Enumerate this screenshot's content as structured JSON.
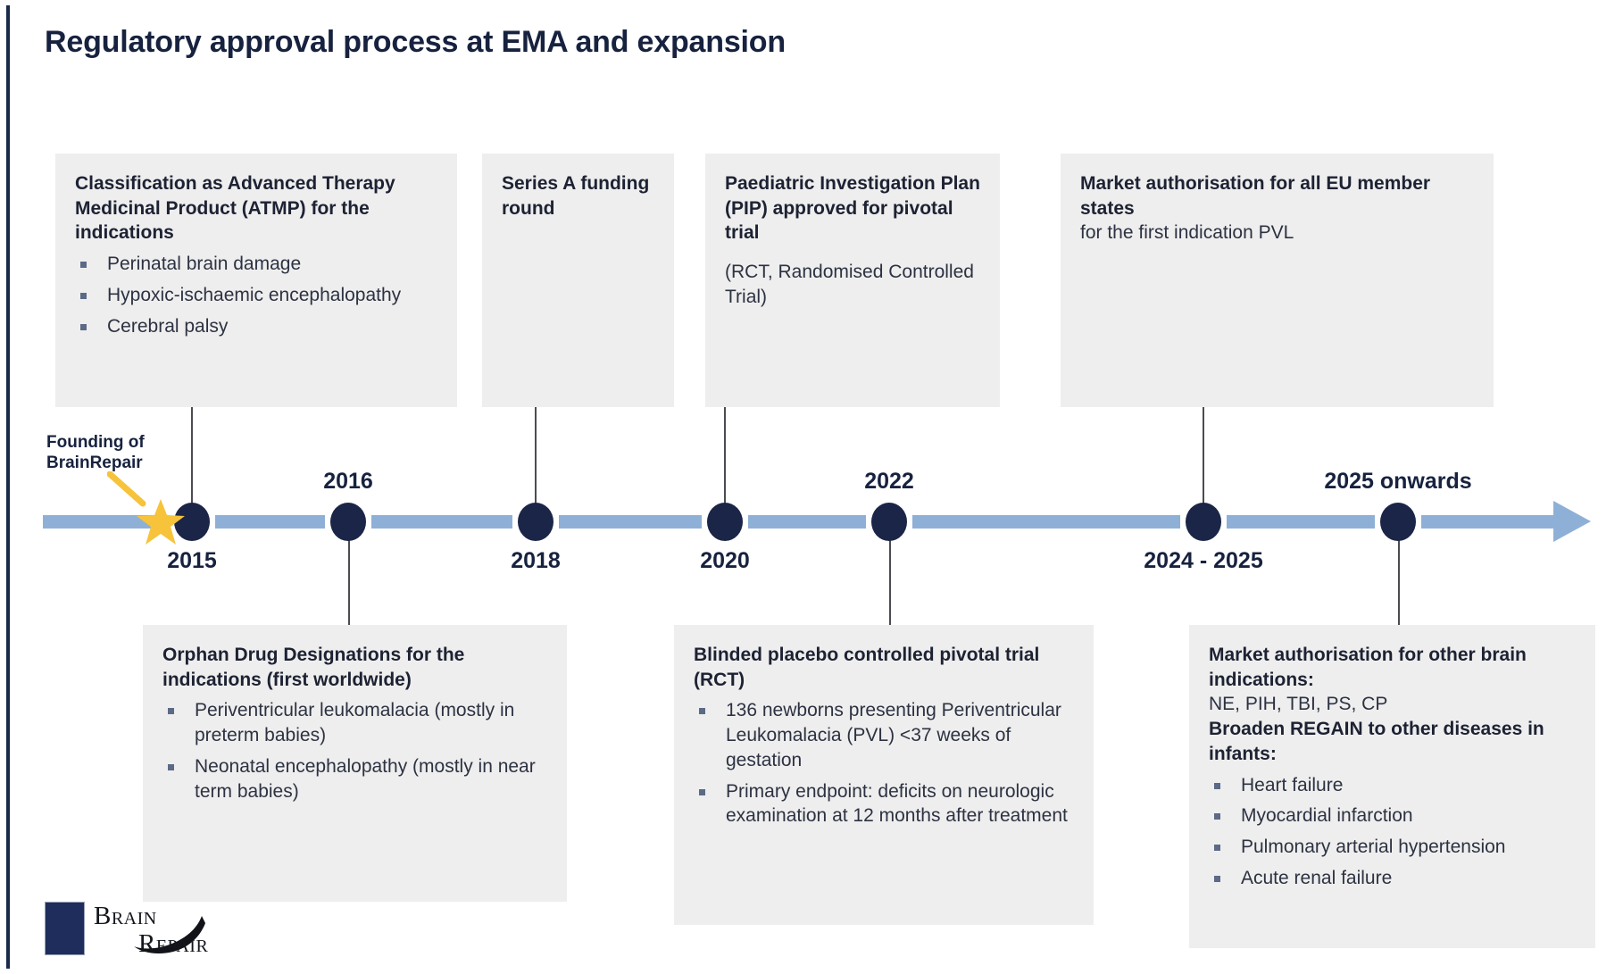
{
  "title": "Regulatory approval process at EMA and expansion",
  "founding": {
    "label_line1": "Founding of",
    "label_line2": "BrainRepair"
  },
  "timeline": {
    "axis_color": "#8fb0d6",
    "node_color": "#1b2547",
    "star_color": "#f6c33a",
    "years": [
      {
        "label": "2015",
        "position": "below"
      },
      {
        "label": "2016",
        "position": "above"
      },
      {
        "label": "2018",
        "position": "below"
      },
      {
        "label": "2020",
        "position": "below"
      },
      {
        "label": "2022",
        "position": "above"
      },
      {
        "label": "2024 - 2025",
        "position": "below"
      },
      {
        "label": "2025 onwards",
        "position": "above"
      }
    ]
  },
  "cards": {
    "atmp": {
      "heading": "Classification as Advanced Therapy Medicinal Product (ATMP) for the indications",
      "bullets": [
        "Perinatal brain damage",
        "Hypoxic-ischaemic encephalopathy",
        "Cerebral palsy"
      ]
    },
    "series_a": {
      "heading": "Series A funding round"
    },
    "pip": {
      "heading": "Paediatric Investigation Plan (PIP) approved for pivotal trial",
      "subtext": "(RCT, Randomised Controlled Trial)"
    },
    "market_eu": {
      "heading": "Market authorisation for all EU member states",
      "subtext": "for the first indication PVL"
    },
    "orphan": {
      "heading": "Orphan Drug Designations for the indications (first worldwide)",
      "bullets": [
        "Periventricular leukomalacia (mostly in preterm babies)",
        "Neonatal encephalopathy (mostly in near term babies)"
      ]
    },
    "pivotal": {
      "heading": "Blinded placebo controlled pivotal trial (RCT)",
      "bullets": [
        "136 newborns presenting Periventricular Leukomalacia (PVL) <37 weeks of gestation",
        "Primary endpoint: deficits on neurologic examination at 12 months after treatment"
      ]
    },
    "market_other": {
      "heading": "Market authorisation for other brain indications:",
      "subtext": "NE, PIH, TBI, PS, CP",
      "heading2": "Broaden REGAIN to other diseases in infants:",
      "bullets": [
        "Heart failure",
        "Myocardial infarction",
        "Pulmonary arterial hypertension",
        "Acute renal failure"
      ]
    }
  },
  "logo": {
    "brain": "Brain",
    "repair": "Repair"
  }
}
